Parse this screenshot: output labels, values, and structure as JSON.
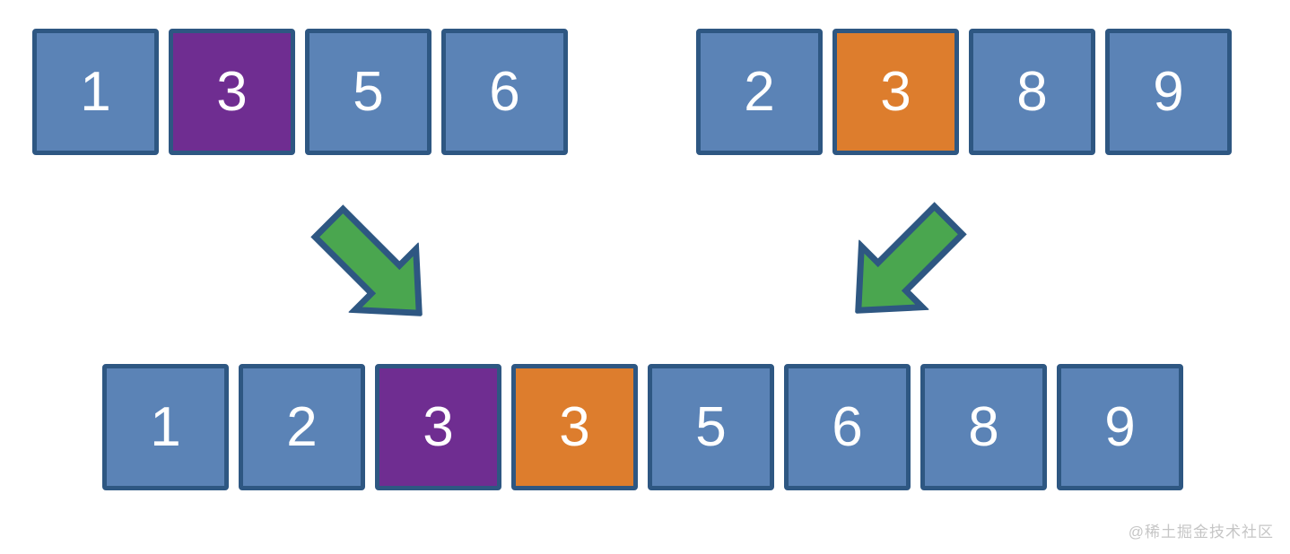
{
  "figure": {
    "description": "merge-two-sorted-arrays diagram",
    "colors": {
      "cell_fill": "#5b83b6",
      "cell_border": "#2e5782",
      "highlight_purple": "#6f2d91",
      "highlight_orange": "#dd7d2d",
      "arrow_fill": "#4aa64f",
      "arrow_border": "#2e5782",
      "number_text": "#ffffff",
      "watermark_text": "#c6c6c6",
      "background": "#ffffff"
    },
    "top_left_array": {
      "cells": [
        {
          "value": "1",
          "highlight": "none"
        },
        {
          "value": "3",
          "highlight": "purple"
        },
        {
          "value": "5",
          "highlight": "none"
        },
        {
          "value": "6",
          "highlight": "none"
        }
      ]
    },
    "top_right_array": {
      "cells": [
        {
          "value": "2",
          "highlight": "none"
        },
        {
          "value": "3",
          "highlight": "orange"
        },
        {
          "value": "8",
          "highlight": "none"
        },
        {
          "value": "9",
          "highlight": "none"
        }
      ]
    },
    "merged_array": {
      "cells": [
        {
          "value": "1",
          "highlight": "none"
        },
        {
          "value": "2",
          "highlight": "none"
        },
        {
          "value": "3",
          "highlight": "purple"
        },
        {
          "value": "3",
          "highlight": "orange"
        },
        {
          "value": "5",
          "highlight": "none"
        },
        {
          "value": "6",
          "highlight": "none"
        },
        {
          "value": "8",
          "highlight": "none"
        },
        {
          "value": "9",
          "highlight": "none"
        }
      ]
    },
    "arrows": [
      {
        "direction": "down-right"
      },
      {
        "direction": "down-left"
      }
    ],
    "watermark": "@稀土掘金技术社区"
  }
}
